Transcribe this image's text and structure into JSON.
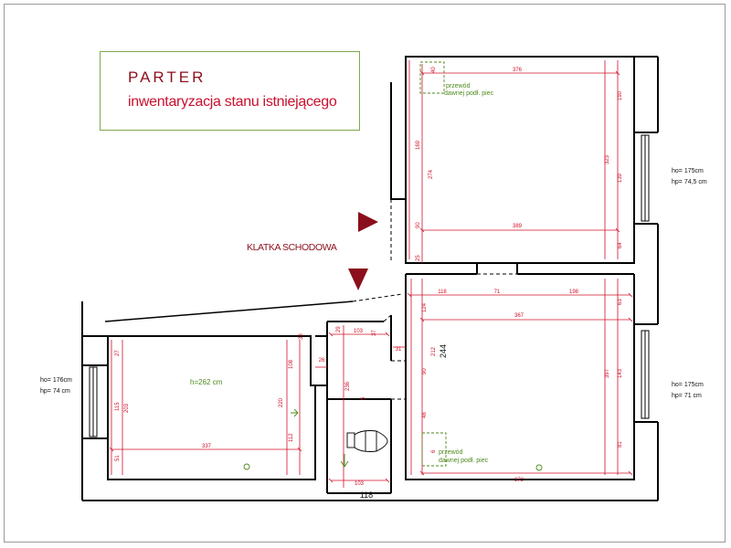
{
  "title": {
    "main": "PARTER",
    "sub": "inwentaryzacja stanu istniejącego"
  },
  "colors": {
    "wall": "#000000",
    "dimension": "#d1102a",
    "annotation": "#4e8a1c",
    "arrow": "#8b0f1c",
    "title_border": "#7ea84a"
  },
  "labels": {
    "staircase": "KLATKA SCHODOWA",
    "room_height": "h=262 cm",
    "right_upper_window": [
      "ho= 175cm",
      "hp= 74,5 cm"
    ],
    "right_lower_window": [
      "ho= 175cm",
      "hp= 71 cm"
    ],
    "left_window": [
      "ho= 176cm",
      "hp= 74 cm"
    ],
    "chimney_upper": [
      "przewód",
      "dawnej podł. piec"
    ],
    "chimney_lower": [
      "przewód",
      "dawnej podł. piec"
    ],
    "dim_244": "244",
    "dim_118": "118"
  },
  "dims": {
    "d40": "40",
    "d376": "376",
    "d190": "190",
    "d169": "169",
    "d274": "274",
    "d323": "323",
    "d139": "139",
    "d90a": "90",
    "d389": "389",
    "d64": "64",
    "d25": "25",
    "d118": "118",
    "d71": "71",
    "d198": "198",
    "d63": "63",
    "d124": "124",
    "d367": "367",
    "d212": "212",
    "d90b": "90",
    "d48": "48",
    "d397": "397",
    "d143": "143",
    "d81": "81",
    "d372": "372",
    "d6": "6",
    "d29": "29",
    "d103a": "103",
    "d37": "37",
    "d31": "31",
    "d26": "26",
    "d236": "236",
    "d5": "5",
    "d207": "207",
    "d103b": "103",
    "d27": "27",
    "d115": "115",
    "d203": "203",
    "d51": "51",
    "d337": "337",
    "d33": "33",
    "d108": "108",
    "d220": "220",
    "d112": "112"
  }
}
